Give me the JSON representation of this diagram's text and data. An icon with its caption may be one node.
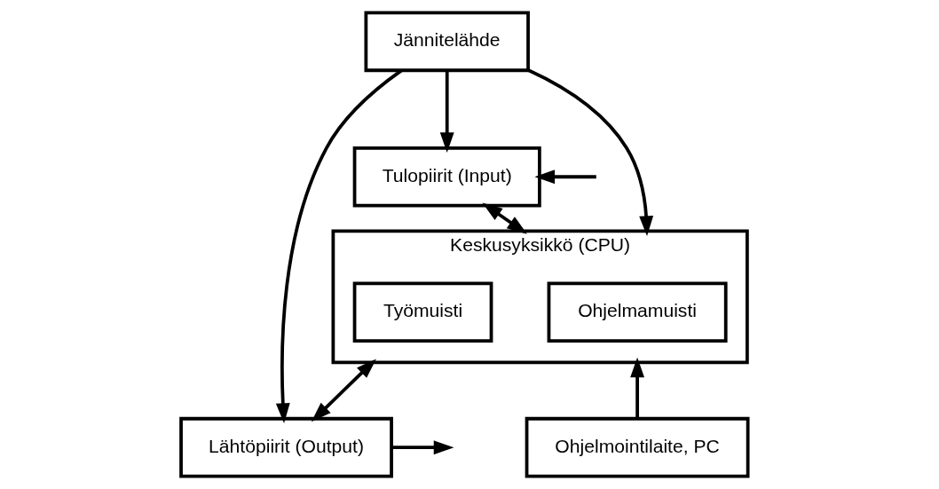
{
  "diagram": {
    "nodes": [
      {
        "text": [
          "Jännitelähde"
        ]
      },
      {
        "text": [
          "Tulopiirit (Input)"
        ]
      },
      {
        "text": [
          "Keskusyksikkö (CPU)"
        ]
      },
      {
        "text": [
          "Ohjelmamuisti"
        ],
        "in": 2
      },
      {
        "text": [
          "Työmuisti"
        ],
        "in": 2
      },
      {
        "text": [
          "Lähtöpiirit (Output)"
        ]
      },
      {
        "text": [
          "Ohjelmointilaite, PC"
        ]
      }
    ],
    "edges": [
      {
        "from": 0,
        "to": 1,
        "arrow": "to"
      },
      {
        "from": 0,
        "to": 2,
        "arrow": "to"
      },
      {
        "from": 0,
        "to": 5,
        "arrow": "to"
      },
      {
        "from": null,
        "to": 1,
        "arrow": "to"
      },
      {
        "from": 1,
        "to": 2,
        "arrow": "both"
      },
      {
        "from": 2,
        "to": 5,
        "arrow": "both"
      },
      {
        "from": 5,
        "to": null,
        "arrow": "to"
      },
      {
        "from": 6,
        "to": 2,
        "arrow": "to"
      }
    ]
  }
}
